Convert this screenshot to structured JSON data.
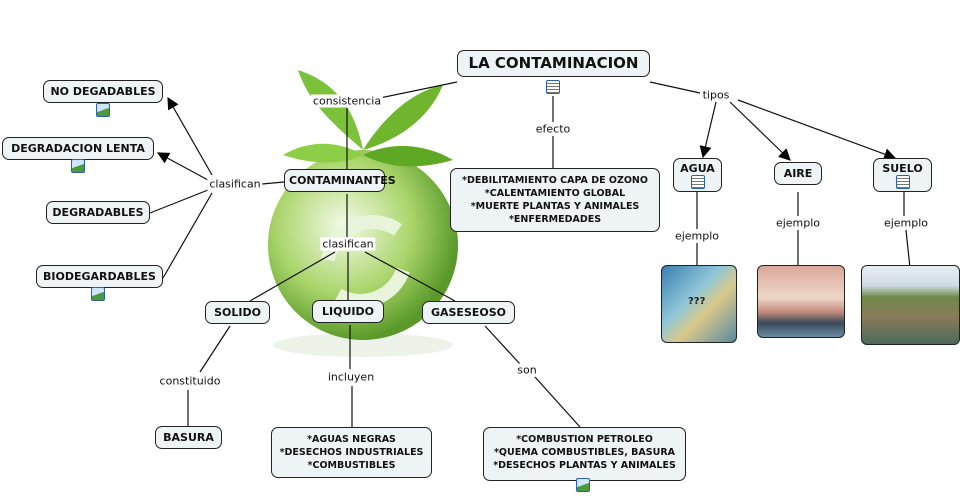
{
  "nodes": {
    "root": "LA CONTAMINACION",
    "contaminantes": "CONTAMINANTES",
    "no_degradables": "NO DEGADABLES",
    "degradacion_lenta": "DEGRADACION LENTA",
    "degradables": "DEGRADABLES",
    "biodegradables": "BIODEGARDABLES",
    "solido": "SOLIDO",
    "liquido": "LIQUIDO",
    "gaseoso": "GASESEOSO",
    "basura": "BASURA",
    "agua": "AGUA",
    "aire": "AIRE",
    "suelo": "SUELO",
    "efectos": [
      "*DEBILITAMIENTO CAPA DE OZONO",
      "*CALENTAMIENTO GLOBAL",
      "*MUERTE PLANTAS Y ANIMALES",
      "*ENFERMEDADES"
    ],
    "liquidos": [
      "*AGUAS NEGRAS",
      "*DESECHOS INDUSTRIALES",
      "*COMBUSTIBLES"
    ],
    "gases": [
      "*COMBUSTION PETROLEO",
      "*QUEMA COMBUSTIBLES, BASURA",
      "*DESECHOS PLANTAS Y ANIMALES"
    ]
  },
  "links": {
    "consistencia": "consistencia",
    "efecto": "efecto",
    "tipos": "tipos",
    "clasifican_left": "clasifican",
    "clasifican_center": "clasifican",
    "ejemplo_agua": "ejemplo",
    "ejemplo_aire": "ejemplo",
    "ejemplo_suelo": "ejemplo",
    "constituido": "constituido",
    "incluyen": "incluyen",
    "son": "son"
  },
  "images": {
    "agua_caption": "???"
  }
}
